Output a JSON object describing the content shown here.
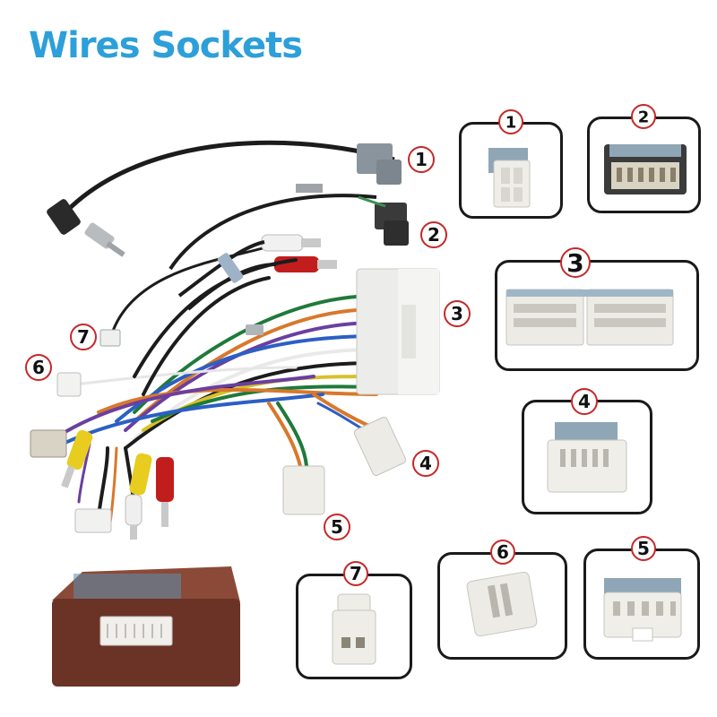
{
  "title": "Wires Sockets",
  "colors": {
    "title": "#2d9fd9",
    "badge_ring": "#c62828",
    "connector_gray": "#8a949c",
    "connector_white": "#ececea",
    "module_brown": "#6b3326"
  },
  "callouts": {
    "harness": [
      "1",
      "2",
      "3",
      "4",
      "5",
      "6",
      "7"
    ],
    "panels": [
      "1",
      "2",
      "3",
      "4",
      "7",
      "6",
      "5"
    ]
  }
}
